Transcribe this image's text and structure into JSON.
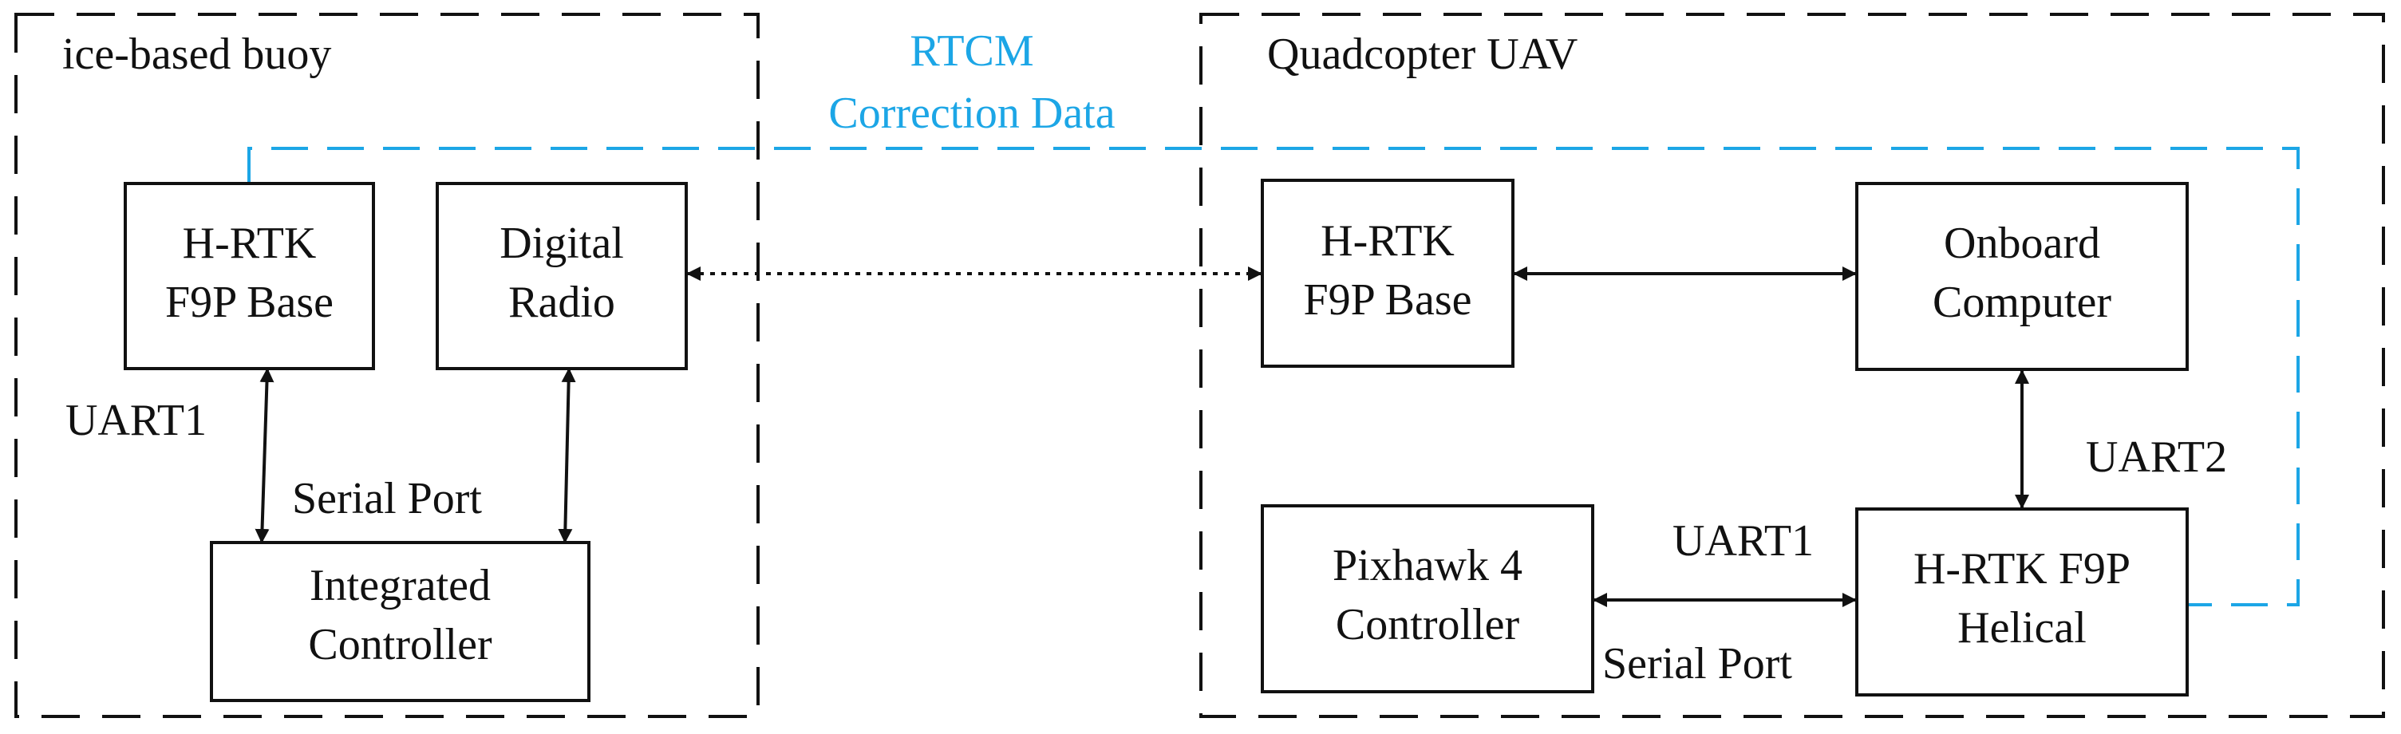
{
  "diagram": {
    "colors": {
      "main": "#111111",
      "accent": "#1ca6e6",
      "background": "#ffffff"
    },
    "groups": {
      "buoy": "ice-based buoy",
      "uav": "Quadcopter UAV"
    },
    "buoy_blocks": {
      "hrtk_base_line1": "H-RTK",
      "hrtk_base_line2": "F9P Base",
      "digital_radio_line1": "Digital",
      "digital_radio_line2": "Radio",
      "integrated_controller_line1": "Integrated",
      "integrated_controller_line2": "Controller"
    },
    "uav_blocks": {
      "hrtk_base_line1": "H-RTK",
      "hrtk_base_line2": "F9P Base",
      "onboard_computer_line1": "Onboard",
      "onboard_computer_line2": "Computer",
      "pixhawk_line1": "Pixhawk 4",
      "pixhawk_line2": "Controller",
      "hrtk_helical_line1": "H-RTK F9P",
      "hrtk_helical_line2": "Helical"
    },
    "links": {
      "uart1_left": "UART1",
      "serial_port_left": "Serial Port",
      "uart2_right": "UART2",
      "uart1_right": "UART1",
      "serial_port_right": "Serial Port",
      "rtcm_line1": "RTCM",
      "rtcm_line2": "Correction Data"
    }
  }
}
